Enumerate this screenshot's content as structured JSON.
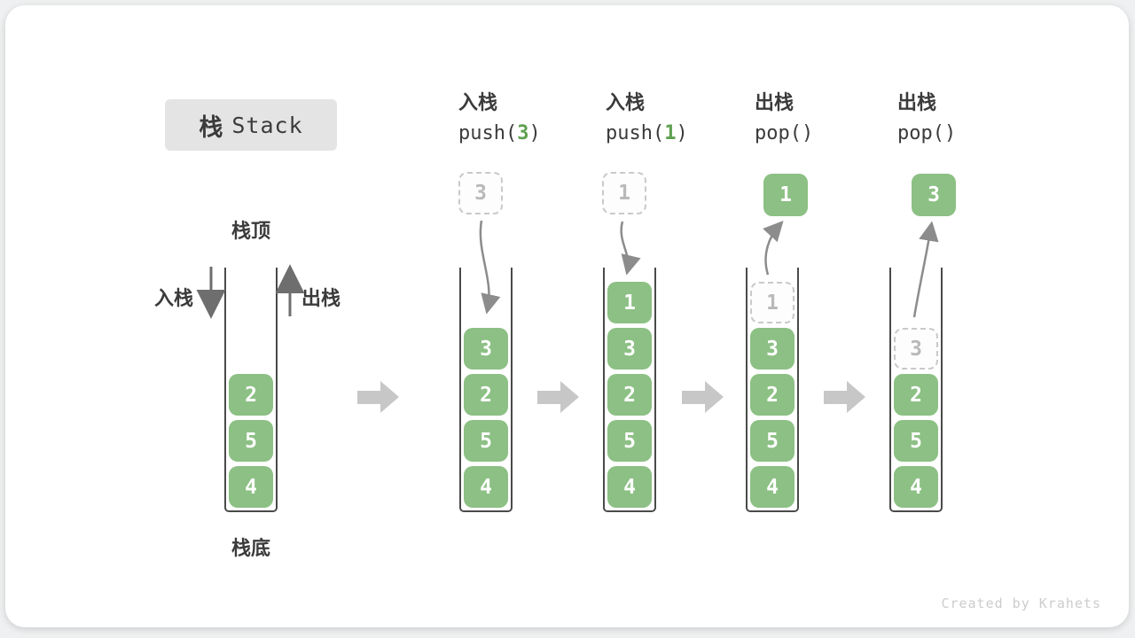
{
  "title": {
    "zh": "栈",
    "en": "Stack"
  },
  "labels": {
    "stack_top": "栈顶",
    "stack_bottom": "栈底",
    "push_side": "入栈",
    "pop_side": "出栈"
  },
  "operations": [
    {
      "name": "入栈",
      "code_pre": "push(",
      "code_num": "3",
      "code_suf": ")"
    },
    {
      "name": "入栈",
      "code_pre": "push(",
      "code_num": "1",
      "code_suf": ")"
    },
    {
      "name": "出栈",
      "code_pre": "pop(",
      "code_num": "",
      "code_suf": ")"
    },
    {
      "name": "出栈",
      "code_pre": "pop(",
      "code_num": "",
      "code_suf": ")"
    }
  ],
  "stacks": [
    {
      "items": [
        "2",
        "5",
        "4"
      ]
    },
    {
      "floating": {
        "value": "3",
        "style": "dashed"
      },
      "items": [
        "3",
        "2",
        "5",
        "4"
      ]
    },
    {
      "floating": {
        "value": "1",
        "style": "dashed"
      },
      "items": [
        "1",
        "3",
        "2",
        "5",
        "4"
      ]
    },
    {
      "floating": {
        "value": "1",
        "style": "solid"
      },
      "placeholder": "1",
      "items": [
        "3",
        "2",
        "5",
        "4"
      ]
    },
    {
      "floating": {
        "value": "3",
        "style": "solid"
      },
      "placeholder": "3",
      "items": [
        "2",
        "5",
        "4"
      ]
    }
  ],
  "credit": "Created by Krahets",
  "colors": {
    "green": "#8cc084",
    "green-text": "#5ea050",
    "ink": "#3b3b3b",
    "arrow": "#8c8c8c",
    "side-arrow": "#6e6e6e",
    "step-arrow": "#c7c7c7",
    "dash-border": "#c9c9c9",
    "dash-text": "#b9b9b9",
    "wall": "#4a4a4a",
    "title-bg": "#e4e4e4",
    "credit": "#cccccc"
  }
}
